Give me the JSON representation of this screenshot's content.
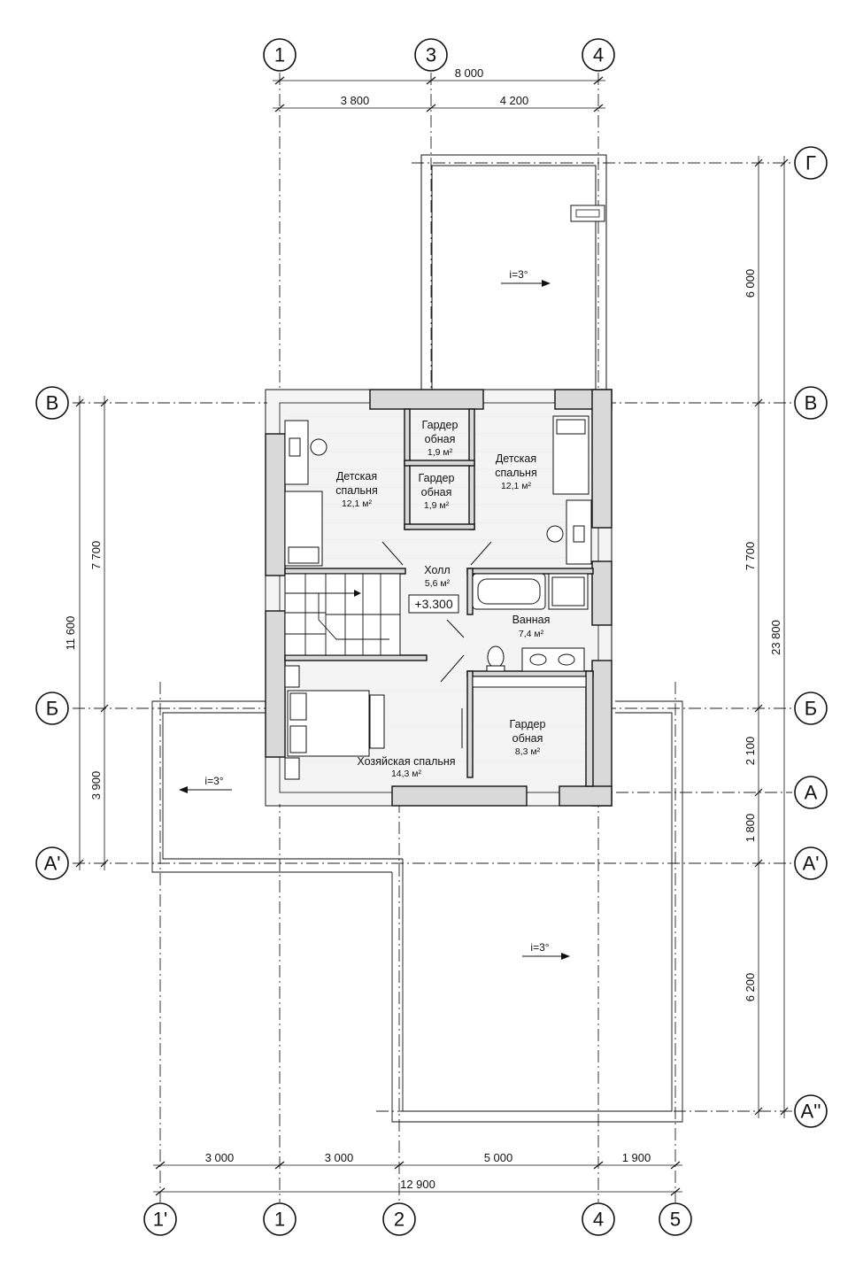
{
  "axes": {
    "top": [
      "1",
      "3",
      "4"
    ],
    "bottom": [
      "1'",
      "1",
      "2",
      "4",
      "5"
    ],
    "left": [
      "В",
      "Б",
      "А'"
    ],
    "right": [
      "Г",
      "В",
      "Б",
      "А",
      "А'",
      "А''"
    ]
  },
  "dimensions": {
    "top_total": "8 000",
    "top_1": "3 800",
    "top_2": "4 200",
    "bottom_1": "3 000",
    "bottom_2": "3 000",
    "bottom_3": "5 000",
    "bottom_4": "1 900",
    "bottom_total": "12 900",
    "left_total": "11 600",
    "left_1": "7 700",
    "left_2": "3 900",
    "right_total": "23 800",
    "right_1": "6 000",
    "right_2": "7 700",
    "right_3": "2 100",
    "right_4": "1 800",
    "right_5": "6 200"
  },
  "slopes": {
    "upper": "i=3°",
    "left": "i=3°",
    "lower": "i=3°"
  },
  "rooms": {
    "kids1": {
      "line1": "Детская",
      "line2": "спальня",
      "area": "12,1 м²"
    },
    "kids2": {
      "line1": "Детская",
      "line2": "спальня",
      "area": "12,1 м²"
    },
    "wardrobe1": {
      "line1": "Гардер",
      "line2": "обная",
      "area": "1,9 м²"
    },
    "wardrobe2": {
      "line1": "Гардер",
      "line2": "обная",
      "area": "1,9 м²"
    },
    "hall": {
      "line1": "Холл",
      "area": "5,6 м²"
    },
    "bath": {
      "line1": "Ванная",
      "area": "7,4 м²"
    },
    "wardrobe3": {
      "line1": "Гардер",
      "line2": "обная",
      "area": "8,3 м²"
    },
    "master": {
      "line1": "Хозяйская спальня",
      "area": "14,3 м²"
    }
  },
  "level_mark": "+3.300"
}
